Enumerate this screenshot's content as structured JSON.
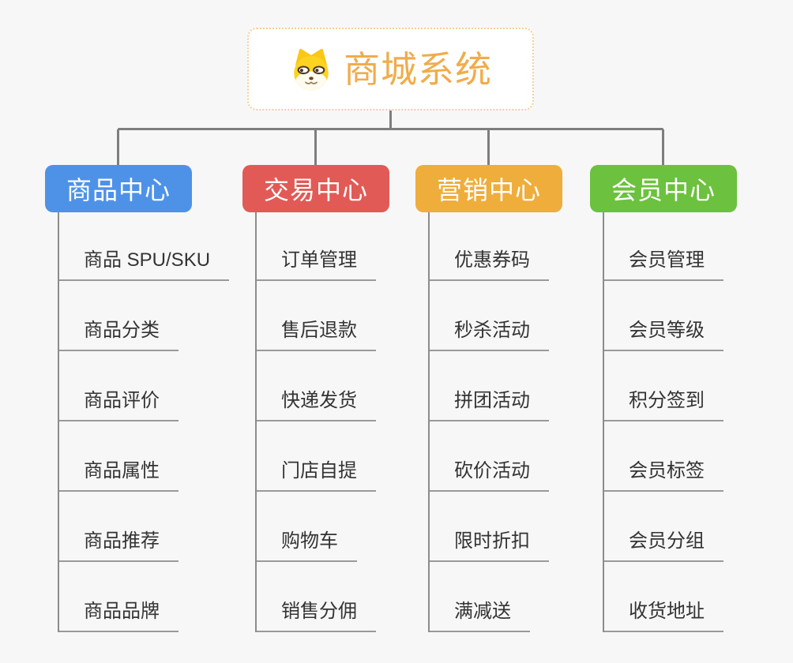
{
  "background_color": "#F7F7F7",
  "connector_color": "#7E7E7E",
  "root": {
    "title": "商城系统",
    "icon": "dog-face-icon",
    "title_color": "#F0AC4B",
    "border_color": "#F6CE92",
    "fill_color": "#FFFFFF"
  },
  "branches": [
    {
      "label": "商品中心",
      "color": "#4E92E8",
      "children": [
        "商品 SPU/SKU",
        "商品分类",
        "商品评价",
        "商品属性",
        "商品推荐",
        "商品品牌"
      ]
    },
    {
      "label": "交易中心",
      "color": "#E25A56",
      "children": [
        "订单管理",
        "售后退款",
        "快递发货",
        "门店自提",
        "购物车",
        "销售分佣"
      ]
    },
    {
      "label": "营销中心",
      "color": "#EFAD3C",
      "children": [
        "优惠券码",
        "秒杀活动",
        "拼团活动",
        "砍价活动",
        "限时折扣",
        "满减送"
      ]
    },
    {
      "label": "会员中心",
      "color": "#6CC13E",
      "children": [
        "会员管理",
        "会员等级",
        "积分签到",
        "会员标签",
        "会员分组",
        "收货地址"
      ]
    }
  ]
}
